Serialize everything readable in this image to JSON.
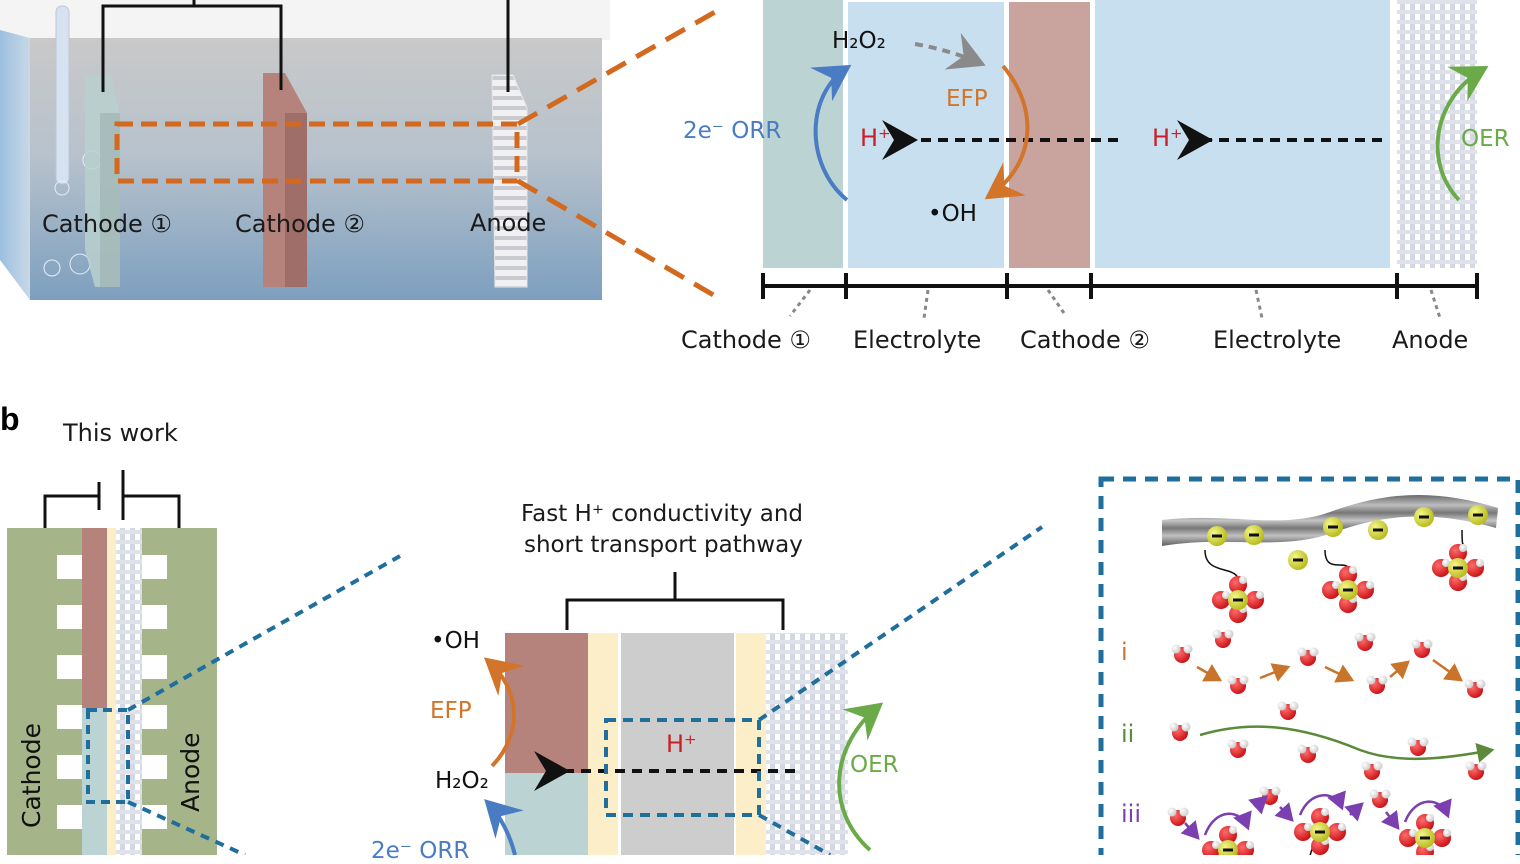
{
  "panel_a": {
    "cell": {
      "labels": {
        "cathode1": "Cathode ①",
        "cathode2": "Cathode ②",
        "anode": "Anode"
      }
    },
    "zoom": {
      "species": {
        "h2o2": "H₂O₂",
        "oh": "•OH",
        "hplus_left": "H⁺",
        "hplus_right": "H⁺"
      },
      "reactions": {
        "orr": "2e⁻ ORR",
        "efp": "EFP",
        "oer": "OER"
      },
      "axis_labels": [
        "Cathode ①",
        "Electrolyte",
        "Cathode ②",
        "Electrolyte",
        "Anode"
      ]
    }
  },
  "panel_b": {
    "panel_letter": "b",
    "title": "This work",
    "device_labels": {
      "cathode": "Cathode",
      "anode": "Anode"
    },
    "middle": {
      "caption_line1": "Fast H⁺ conductivity and",
      "caption_line2": "short transport pathway",
      "species": {
        "oh": "•OH",
        "h2o2": "H₂O₂",
        "hplus": "H⁺"
      },
      "reactions": {
        "efp": "EFP",
        "oer": "OER",
        "orr": "2e⁻ ORR"
      }
    },
    "mechanism": {
      "rows": [
        {
          "label": "i",
          "color": "#c8742a"
        },
        {
          "label": "ii",
          "color": "#5a8a3a"
        },
        {
          "label": "iii",
          "color": "#7b3fb0"
        }
      ]
    }
  },
  "colors": {
    "orange_dash": "#d2691e",
    "blue_dash": "#1f6e9c",
    "orr_blue": "#4a7cc4",
    "efp_orange": "#d2752a",
    "oer_green": "#6aaa48",
    "hplus_red": "#c8202a",
    "cathode1": "#bcd3d4",
    "cathode2": "#b5837c",
    "electrolyte": "#c8dff0",
    "anode_mesh": "#d9dde6",
    "gdl_green": "#a6b48a",
    "ionomer_yellow": "#fbeec9",
    "membrane_gray": "#cdcdcd"
  }
}
